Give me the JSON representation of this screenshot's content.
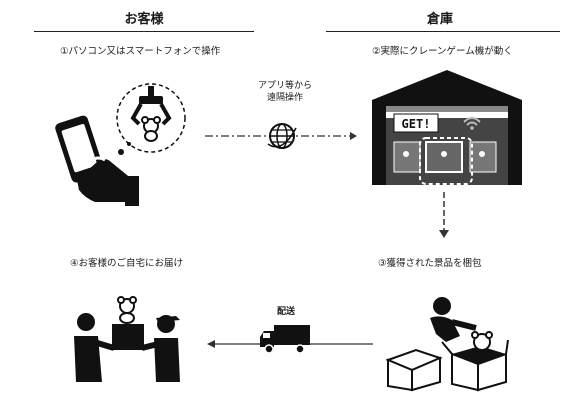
{
  "headers": {
    "customer": "お客様",
    "warehouse": "倉庫"
  },
  "steps": {
    "s1": "①パソコン又はスマートフォンで操作",
    "s2": "②実際にクレーンゲーム機が動く",
    "s3": "③獲得された景品を梱包",
    "s4": "④お客様のご自宅にお届け"
  },
  "remote": {
    "line1": "アプリ等から",
    "line2": "遠隔操作"
  },
  "sign": "GET!",
  "ship_label": "配送"
}
